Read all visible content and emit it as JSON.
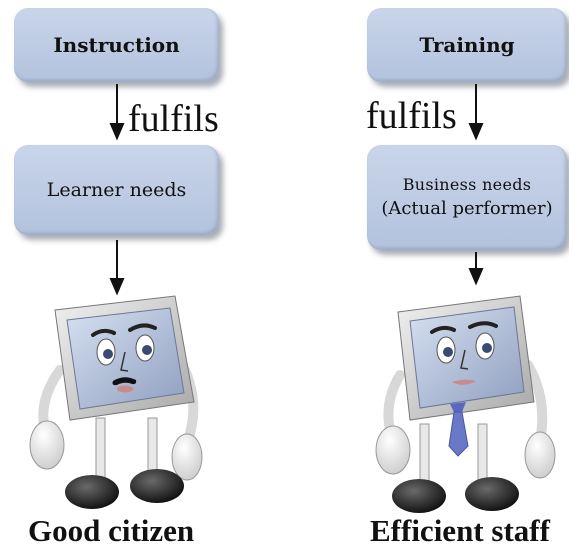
{
  "left_column": {
    "top_box": "Instruction",
    "connector": "fulfils",
    "bottom_box": "Learner needs",
    "caption": "Good citizen"
  },
  "right_column": {
    "top_box": "Training",
    "connector": "fulfils",
    "bottom_box_line1": "Business needs",
    "bottom_box_line2": "(Actual performer)",
    "caption": "Efficient staff"
  },
  "icons": {
    "left_character": "computer-monitor-character-with-mustache",
    "right_character": "computer-monitor-character-with-tie"
  },
  "colors": {
    "box_fill": "#b9c7e0",
    "tie": "#6a78c8"
  }
}
